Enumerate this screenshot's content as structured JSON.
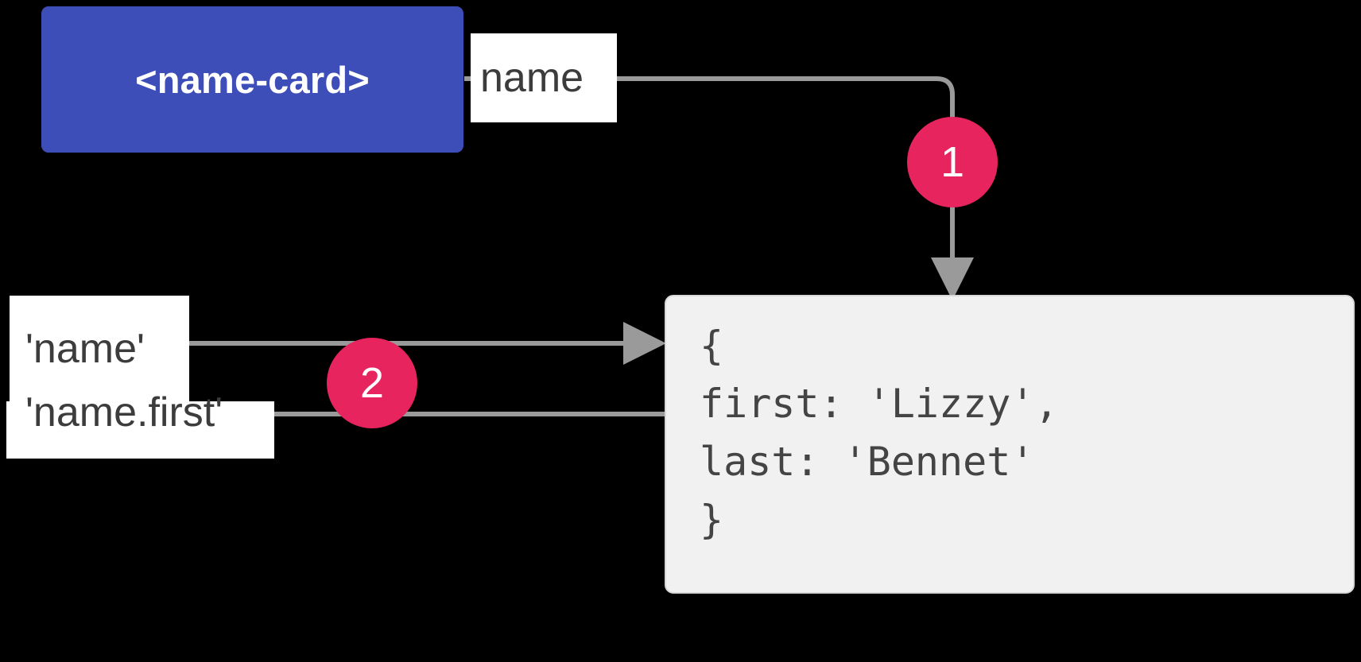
{
  "diagram": {
    "title": "name-card property binding",
    "background_color": "#000000",
    "accent_blue": "#3e4eb8",
    "accent_pink": "#e8245e",
    "wire_color": "#9a9a9a",
    "panel_background": "#f1f1f1"
  },
  "element_tag": {
    "label": "<name-card>"
  },
  "property_label": {
    "label": "name"
  },
  "binding_expressions": [
    {
      "label": "'name'"
    },
    {
      "label": "'name.first'"
    }
  ],
  "badges": [
    {
      "label": "1"
    },
    {
      "label": "2"
    }
  ],
  "code_panel": {
    "lines": [
      "{",
      "  first: 'Lizzy',",
      "  last: 'Bennet'",
      "}"
    ],
    "line_open": "{",
    "line_first": "first: 'Lizzy',",
    "line_last": "last: 'Bennet'",
    "line_close": "}"
  }
}
